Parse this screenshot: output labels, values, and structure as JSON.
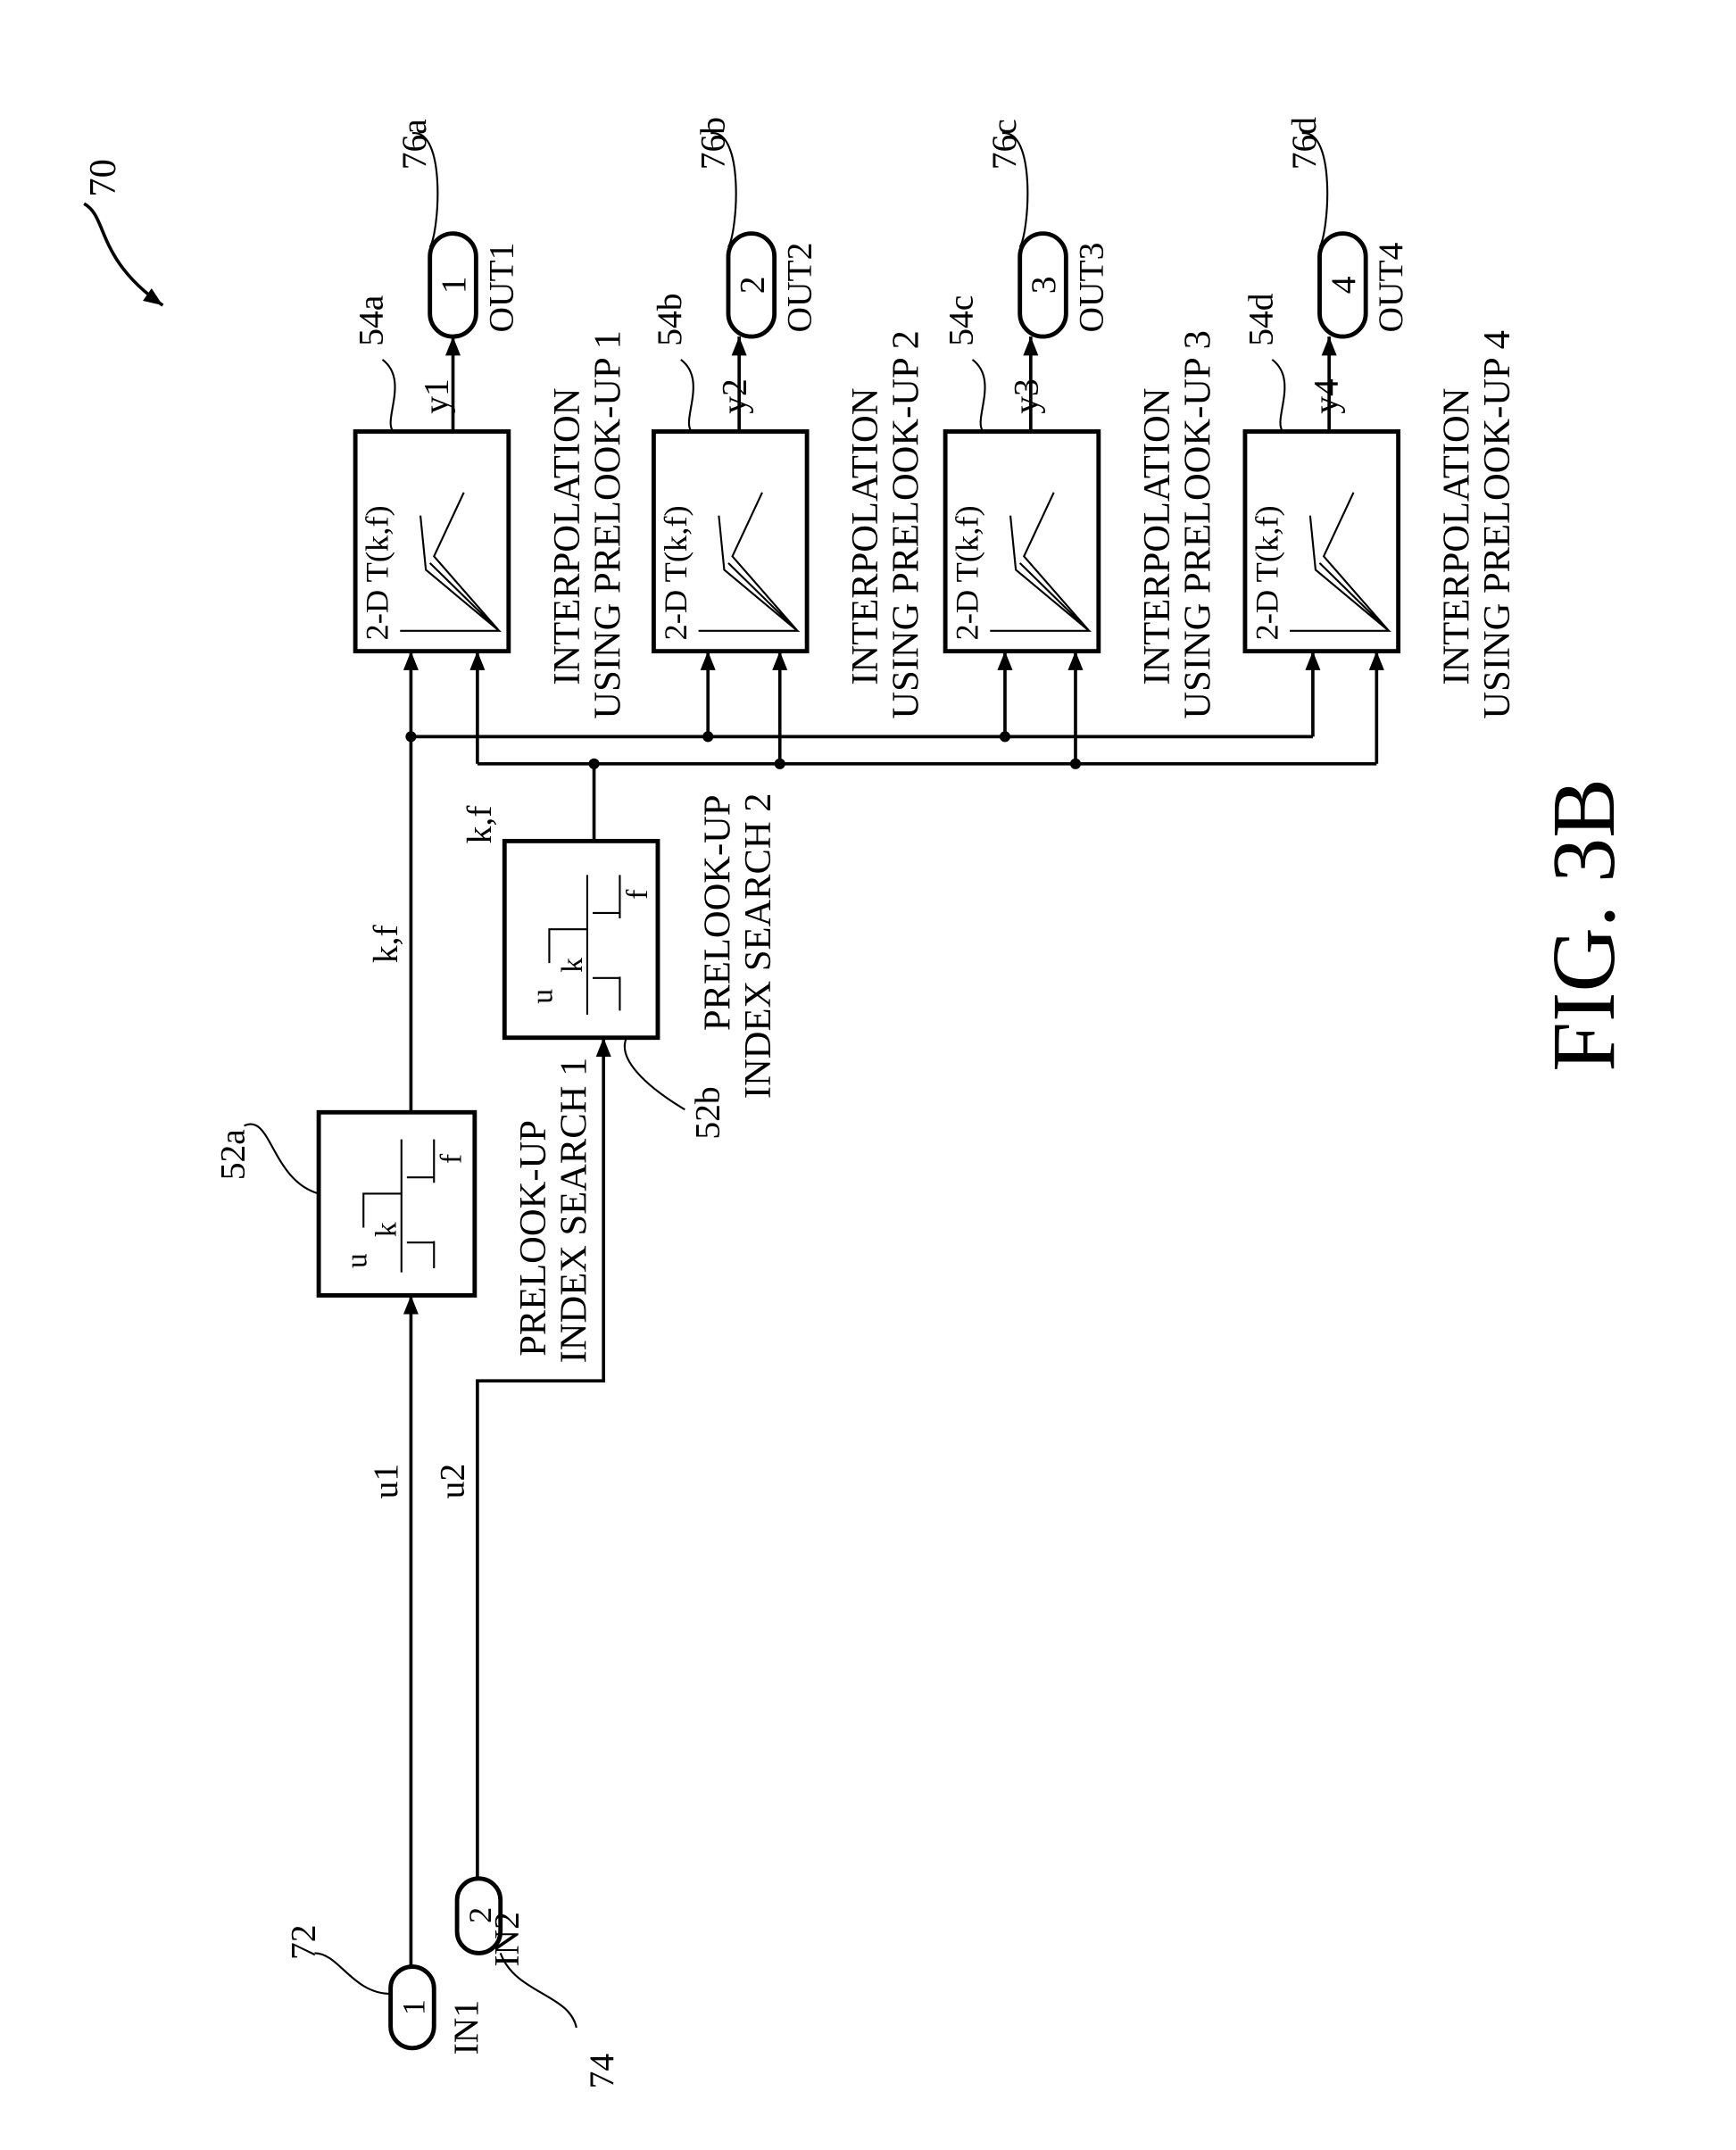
{
  "figure": {
    "ref": "70",
    "caption": "FIG. 3B",
    "inputs": [
      {
        "ref": "72",
        "number": "1",
        "label": "IN1",
        "signal": "u1"
      },
      {
        "ref": "74",
        "number": "2",
        "label": "IN2",
        "signal": "u2"
      }
    ],
    "prelookups": [
      {
        "ref": "52a",
        "line1": "PRELOOK-UP",
        "line2": "INDEX SEARCH 1",
        "output": "k,f"
      },
      {
        "ref": "52b",
        "line1": "PRELOOK-UP",
        "line2": "INDEX SEARCH 2",
        "output": "k,f"
      }
    ],
    "prelookup_icon": {
      "u": "u",
      "k": "k",
      "f": "f"
    },
    "interpolations": [
      {
        "ref": "54a",
        "title": "2-D T(k,f)",
        "line1": "INTERPOLATION",
        "line2": "USING PRELOOK-UP 1",
        "output": "y1"
      },
      {
        "ref": "54b",
        "title": "2-D T(k,f)",
        "line1": "INTERPOLATION",
        "line2": "USING PRELOOK-UP 2",
        "output": "y2"
      },
      {
        "ref": "54c",
        "title": "2-D T(k,f)",
        "line1": "INTERPOLATION",
        "line2": "USING PRELOOK-UP 3",
        "output": "y3"
      },
      {
        "ref": "54d",
        "title": "2-D T(k,f)",
        "line1": "INTERPOLATION",
        "line2": "USING PRELOOK-UP 4",
        "output": "y4"
      }
    ],
    "outputs": [
      {
        "ref": "76a",
        "number": "1",
        "label": "OUT1"
      },
      {
        "ref": "76b",
        "number": "2",
        "label": "OUT2"
      },
      {
        "ref": "76c",
        "number": "3",
        "label": "OUT3"
      },
      {
        "ref": "76d",
        "number": "4",
        "label": "OUT4"
      }
    ]
  }
}
